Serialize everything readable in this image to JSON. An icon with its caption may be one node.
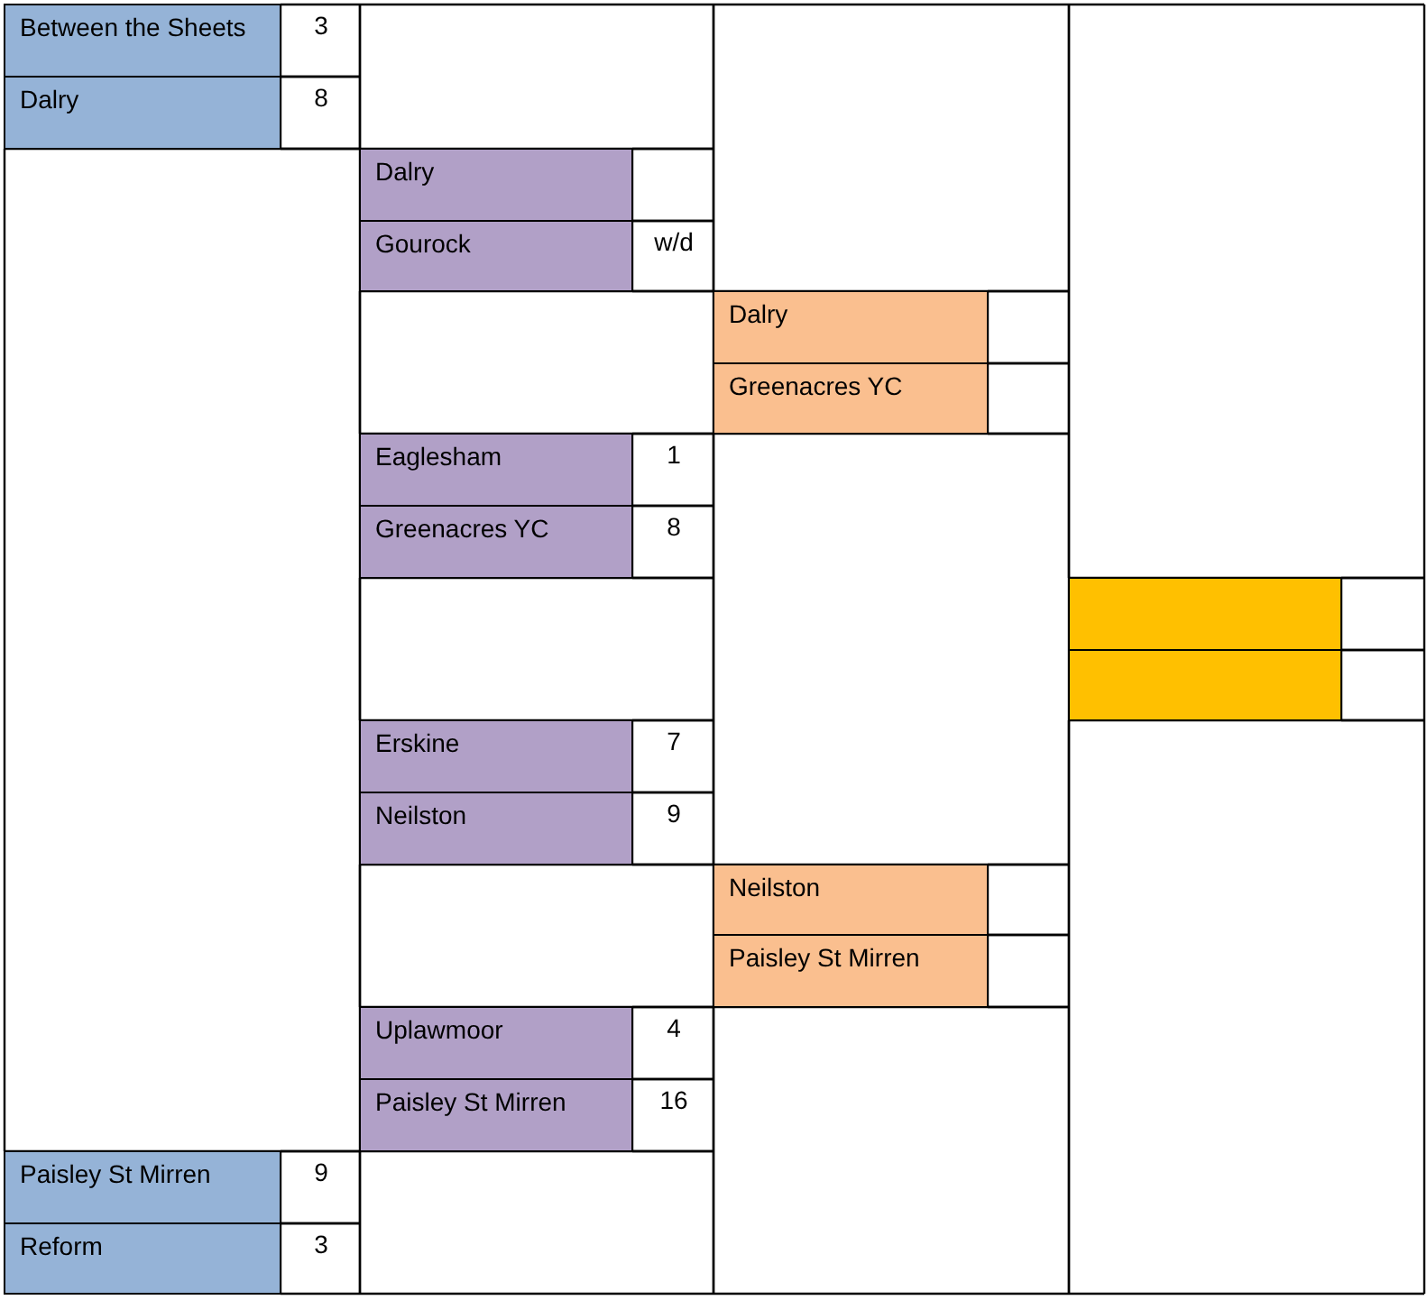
{
  "diagram": {
    "nodes": [
      {
        "text": [
          "Between the Sheets"
        ],
        "beside": [
          "3"
        ]
      },
      {
        "text": [
          "Dalry"
        ],
        "beside": [
          "8"
        ]
      },
      {
        "text": [
          "Paisley St Mirren"
        ],
        "beside": [
          "9"
        ]
      },
      {
        "text": [
          "Reform"
        ],
        "beside": [
          "3"
        ]
      },
      {
        "text": [
          "Dalry"
        ]
      },
      {
        "text": [
          "Gourock"
        ],
        "beside": [
          "w/d"
        ]
      },
      {
        "text": [
          "Eaglesham"
        ],
        "beside": [
          "1"
        ]
      },
      {
        "text": [
          "Greenacres YC"
        ],
        "beside": [
          "8"
        ]
      },
      {
        "text": [
          "Erskine"
        ],
        "beside": [
          "7"
        ]
      },
      {
        "text": [
          "Neilston"
        ],
        "beside": [
          "9"
        ]
      },
      {
        "text": [
          "Uplawmoor"
        ],
        "beside": [
          "4"
        ]
      },
      {
        "text": [
          "Paisley St Mirren"
        ],
        "beside": [
          "16"
        ]
      },
      {
        "text": [
          "Dalry"
        ]
      },
      {
        "text": [
          "Greenacres YC"
        ]
      },
      {
        "text": [
          "Neilston"
        ]
      },
      {
        "text": [
          "Paisley St Mirren"
        ]
      },
      {
        "text": [],
        "shape": "box"
      },
      {
        "text": [],
        "shape": "box"
      }
    ]
  }
}
